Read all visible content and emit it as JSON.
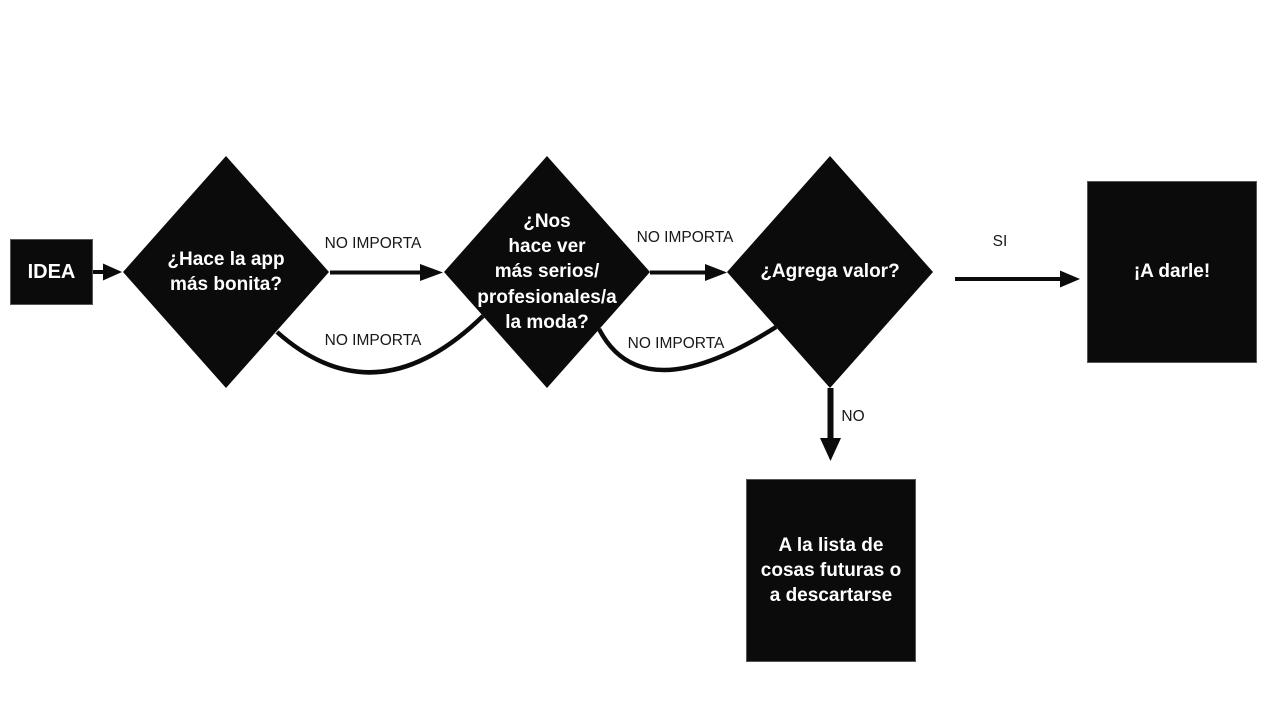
{
  "canvas": {
    "background": "#ffffff",
    "ink": "#0b0b0b",
    "node_text_color": "#ffffff",
    "label_text_color": "#181818"
  },
  "nodes": {
    "idea": {
      "label": "IDEA",
      "shape": "rect"
    },
    "q1": {
      "label": "¿Hace la app\nmás bonita?",
      "shape": "diamond"
    },
    "q2": {
      "label": "¿Nos\nhace ver\nmás serios/\nprofesionales/a\nla moda?",
      "shape": "diamond"
    },
    "q3": {
      "label": "¿Agrega valor?",
      "shape": "diamond"
    },
    "go": {
      "label": "¡A darle!",
      "shape": "rect"
    },
    "backlog": {
      "label": "A la lista de\ncosas futuras o\na descartarse",
      "shape": "rect"
    }
  },
  "edges": {
    "q1_to_q2_top": {
      "label": "NO IMPORTA",
      "style": "straight-arrow"
    },
    "q1_to_q2_bottom": {
      "label": "NO IMPORTA",
      "style": "curved"
    },
    "q2_to_q3_top": {
      "label": "NO IMPORTA",
      "style": "straight-arrow"
    },
    "q2_to_q3_bottom": {
      "label": "NO IMPORTA",
      "style": "curved"
    },
    "q3_to_go": {
      "label": "SI",
      "style": "straight-arrow"
    },
    "q3_to_backlog": {
      "label": "NO",
      "style": "straight-arrow"
    },
    "idea_to_q1": {
      "label": "",
      "style": "straight-arrow"
    }
  }
}
